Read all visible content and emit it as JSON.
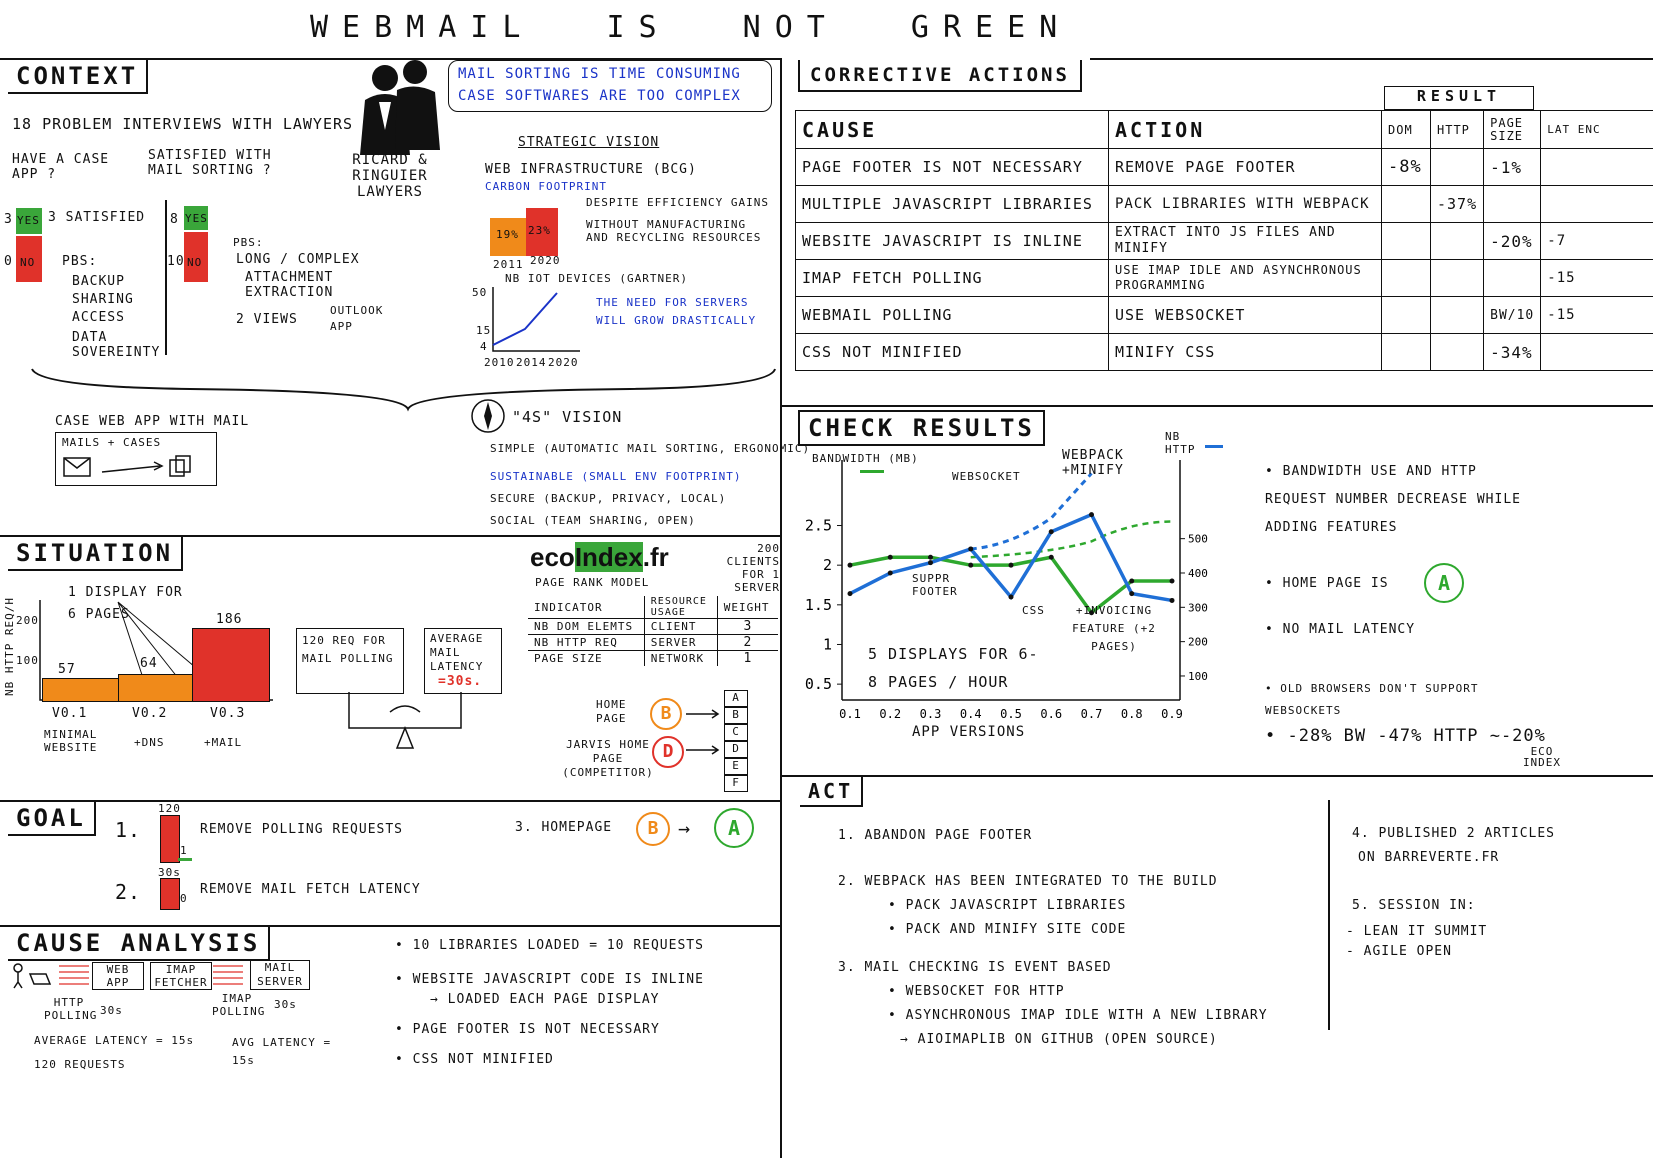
{
  "title": "WEBMAIL IS NOT GREEN",
  "context": {
    "header": "CONTEXT",
    "interviews": "18 PROBLEM INTERVIEWS WITH LAWYERS",
    "pain_points": [
      "MAIL SORTING IS TIME CONSUMING",
      "CASE SOFTWARES ARE TOO COMPLEX"
    ],
    "q1": "HAVE A CASE APP ?",
    "q1_yes_count": "3",
    "q1_yes": "YES",
    "q1_satisfied": "3 SATISFIED",
    "q1_no_count": "0",
    "q1_no": "NO",
    "q1_pbs_label": "PBS:",
    "q1_pbs": [
      "BACKUP",
      "SHARING",
      "ACCESS",
      "DATA SOVEREINTY"
    ],
    "q2": "SATISFIED WITH MAIL SORTING ?",
    "q2_yes_count": "8",
    "q2_yes": "YES",
    "q2_no_count": "10",
    "q2_no": "NO",
    "q2_pbs_label": "PBS:",
    "q2_pbs": [
      "LONG / COMPLEX",
      "ATTACHMENT EXTRACTION",
      "2 VIEWS"
    ],
    "q2_views": [
      "OUTLOOK",
      "APP"
    ],
    "lawyers": "RICARD & RINGUIER LAWYERS",
    "strategic_vision": "STRATEGIC VISION",
    "web_infra": "WEB INFRASTRUCTURE (BCG)",
    "carbon": "CARBON FOOTPRINT",
    "carbon_2011": "19%",
    "carbon_2020": "23%",
    "carbon_years": [
      "2011",
      "2020"
    ],
    "carbon_notes": [
      "DESPITE EFFICIENCY GAINS",
      "WITHOUT MANUFACTURING AND RECYCLING RESOURCES"
    ],
    "iot": "NB IOT DEVICES (GARTNER)",
    "iot_values": [
      "4",
      "15",
      "50"
    ],
    "iot_years": [
      "2010",
      "2014",
      "2020"
    ],
    "servers_note": "THE NEED FOR SERVERS WILL GROW DRASTICALLY",
    "case_web_app": "CASE WEB APP WITH MAIL",
    "mails_cases": "MAILS + CASES",
    "vision_4s": "\"4S\" VISION",
    "vision_items": [
      "SIMPLE (AUTOMATIC MAIL SORTING, ERGONOMIC)",
      "SUSTAINABLE (SMALL ENV FOOTPRINT)",
      "SECURE (BACKUP, PRIVACY, LOCAL)",
      "SOCIAL (TEAM SHARING, OPEN)"
    ]
  },
  "situation": {
    "header": "SITUATION",
    "display_note": "1 DISPLAY FOR 6 PAGES",
    "ylabel": "NB HTTP REQ/H",
    "yticks": [
      "100",
      "200"
    ],
    "bar_labels": [
      "57",
      "64",
      "186"
    ],
    "versions": [
      "V0.1",
      "V0.2",
      "V0.3"
    ],
    "version_notes": [
      "MINIMAL WEBSITE",
      "+DNS",
      "+MAIL"
    ],
    "req_box": "120 REQ FOR MAIL POLLING",
    "latency_box": "AVERAGE MAIL LATENCY",
    "latency_value": "=30s.",
    "ecoindex_eco": "eco",
    "ecoindex_index": "Index",
    "ecoindex_fr": ".fr",
    "ecoindex_note": "200 CLIENTS FOR 1 SERVER",
    "page_rank": "PAGE RANK MODEL",
    "table_headers": [
      "INDICATOR",
      "RESOURCE USAGE",
      "WEIGHT"
    ],
    "table_rows": [
      [
        "NB DOM ELEMTS",
        "CLIENT",
        "3"
      ],
      [
        "NB HTTP REQ",
        "SERVER",
        "2"
      ],
      [
        "PAGE SIZE",
        "NETWORK",
        "1"
      ]
    ],
    "home_page": "HOME PAGE",
    "home_grade": "B",
    "jarvis": "JARVIS HOME PAGE (COMPETITOR)",
    "jarvis_grade": "D",
    "scale": [
      "A",
      "B",
      "C",
      "D",
      "E",
      "F"
    ]
  },
  "goal": {
    "header": "GOAL",
    "g1_num": "1.",
    "g1_from": "120",
    "g1_to": "1",
    "g1": "REMOVE POLLING REQUESTS",
    "g2_num": "2.",
    "g2_from": "30s",
    "g2_to": "0",
    "g2": "REMOVE MAIL FETCH LATENCY",
    "g3": "3. HOMEPAGE",
    "g3_from": "B",
    "g3_to": "A"
  },
  "cause_analysis": {
    "header": "CAUSE ANALYSIS",
    "web_app": "WEB APP",
    "imap_fetcher": "IMAP FETCHER",
    "mail_server": "MAIL SERVER",
    "http_polling": "HTTP POLLING",
    "http_polling_val": "30s",
    "imap_polling": "IMAP POLLING",
    "imap_polling_val": "30s",
    "avg_latency_1": "AVERAGE LATENCY = 15s",
    "requests": "120 REQUESTS",
    "avg_latency_2": "AVG LATENCY = 15s",
    "bullets": [
      "10 LIBRARIES LOADED = 10 REQUESTS",
      "WEBSITE JAVASCRIPT CODE IS INLINE",
      "→ LOADED EACH PAGE DISPLAY",
      "PAGE FOOTER IS NOT NECESSARY",
      "CSS NOT MINIFIED"
    ]
  },
  "corrective": {
    "header": "CORRECTIVE ACTIONS",
    "result": "RESULT",
    "col_cause": "CAUSE",
    "col_action": "ACTION",
    "col_dom": "DOM",
    "col_http": "HTTP",
    "col_page": "PAGE SIZE",
    "col_lat": "LAT ENC",
    "rows": [
      {
        "cause": "PAGE FOOTER IS NOT NECESSARY",
        "action": "REMOVE PAGE FOOTER",
        "dom": "-8%",
        "http": "",
        "page": "-1%",
        "lat": ""
      },
      {
        "cause": "MULTIPLE JAVASCRIPT LIBRARIES",
        "action": "PACK LIBRARIES WITH WEBPACK",
        "dom": "",
        "http": "-37%",
        "page": "",
        "lat": ""
      },
      {
        "cause": "WEBSITE JAVASCRIPT IS INLINE",
        "action": "EXTRACT INTO JS FILES AND MINIFY",
        "dom": "",
        "http": "",
        "page": "-20%",
        "lat": "-7"
      },
      {
        "cause": "IMAP FETCH POLLING",
        "action": "USE IMAP IDLE AND ASYNCHRONOUS PROGRAMMING",
        "dom": "",
        "http": "",
        "page": "",
        "lat": "-15"
      },
      {
        "cause": "WEBMAIL POLLING",
        "action": "USE WEBSOCKET",
        "dom": "",
        "http": "",
        "page": "BW/10",
        "lat": "-15"
      },
      {
        "cause": "CSS NOT MINIFIED",
        "action": "MINIFY CSS",
        "dom": "",
        "http": "",
        "page": "-34%",
        "lat": ""
      }
    ]
  },
  "check": {
    "header": "CHECK RESULTS",
    "bullets": [
      "BANDWIDTH USE AND HTTP REQUEST NUMBER DECREASE WHILE ADDING FEATURES",
      "HOME PAGE IS",
      "NO MAIL LATENCY",
      "OLD BROWSERS DON'T SUPPORT WEBSOCKETS"
    ],
    "home_grade": "A",
    "summary": "-28% BW -47% HTTP ~-20%",
    "summary_tail": "ECO INDEX",
    "annotations": [
      "WEBSOCKET",
      "WEBPACK +MINIFY",
      "SUPPR FOOTER",
      "CSS",
      "+INVOICING FEATURE (+2 PAGES)"
    ],
    "note": "5 DISPLAYS FOR 6-8 PAGES / HOUR"
  },
  "chart_data": {
    "type": "line",
    "xlabel": "APP VERSIONS",
    "ylabel": "BANDWIDTH (MB)",
    "y2label": "NB HTTP",
    "x": [
      "0.1",
      "0.2",
      "0.3",
      "0.4",
      "0.5",
      "0.6",
      "0.7",
      "0.8",
      "0.9"
    ],
    "yticks": [
      "0.5",
      "1",
      "1.5",
      "2",
      "2.5"
    ],
    "y2ticks": [
      "100",
      "200",
      "300",
      "400",
      "500"
    ],
    "ylim": [
      0.3,
      3.2
    ],
    "y2lim": [
      30,
      700
    ],
    "series": [
      {
        "color": "#2ea82e",
        "axis": "left",
        "values": [
          2.0,
          2.1,
          2.1,
          2.0,
          2.0,
          2.1,
          1.4,
          1.8,
          1.8
        ]
      },
      {
        "color": "#1f6fd6",
        "axis": "right",
        "values": [
          340,
          400,
          430,
          470,
          330,
          520,
          570,
          340,
          320
        ]
      }
    ]
  },
  "act": {
    "header": "ACT",
    "items": [
      "1. ABANDON PAGE FOOTER",
      "2. WEBPACK HAS BEEN INTEGRATED TO THE BUILD",
      "• PACK JAVASCRIPT LIBRARIES",
      "• PACK AND MINIFY SITE CODE",
      "3. MAIL CHECKING IS EVENT BASED",
      "• WEBSOCKET FOR HTTP",
      "• ASYNCHRONOUS IMAP IDLE WITH A NEW LIBRARY",
      "→ AIOIMAPLIB ON GITHUB (OPEN SOURCE)"
    ],
    "right_items": [
      "4. PUBLISHED 2 ARTICLES",
      "ON BARREVERTE.FR",
      "5. SESSION IN:",
      "- LEAN IT SUMMIT",
      "- AGILE OPEN"
    ]
  }
}
